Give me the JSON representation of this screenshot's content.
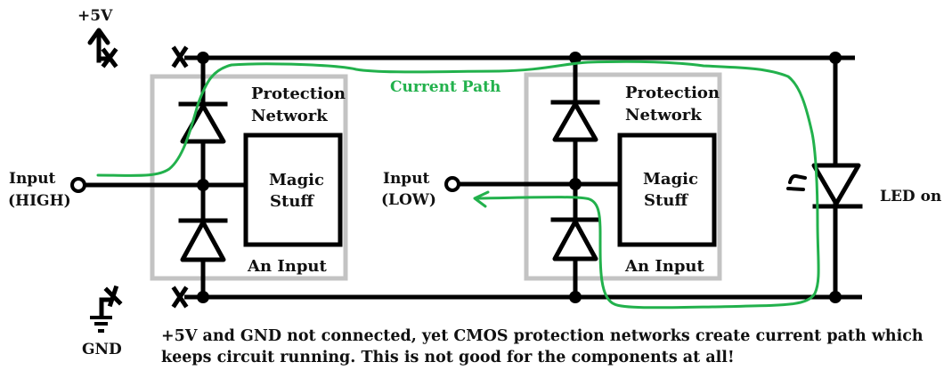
{
  "colors": {
    "wire": "#000000",
    "box": "#c3c3c3",
    "current_path": "#22b14c",
    "text": "#111111"
  },
  "labels": {
    "supply": "+5V",
    "ground": "GND",
    "input_high_line1": "Input",
    "input_high_line2": "(HIGH)",
    "input_low_line1": "Input",
    "input_low_line2": "(LOW)",
    "current_path": "Current Path",
    "led": "LED on"
  },
  "blocks": [
    {
      "title_line1": "Protection",
      "title_line2": "Network",
      "core_line1": "Magic",
      "core_line2": "Stuff",
      "footer": "An Input"
    },
    {
      "title_line1": "Protection",
      "title_line2": "Network",
      "core_line1": "Magic",
      "core_line2": "Stuff",
      "footer": "An Input"
    }
  ],
  "caption": {
    "line1": "+5V and GND not connected, yet CMOS protection networks create current path which",
    "line2": "keeps circuit running. This is not good for the components at all!"
  },
  "icons": {
    "supply": "supply-arrow-icon",
    "ground": "ground-icon",
    "disconnect": "disconnect-x-icon",
    "diode": "diode-icon",
    "led": "led-icon",
    "terminal": "input-terminal-icon"
  }
}
